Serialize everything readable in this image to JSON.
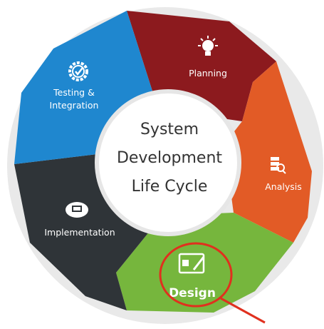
{
  "center": {
    "line1": "System",
    "line2": "Development",
    "line3": "Life Cycle"
  },
  "phases": [
    {
      "label": "Planning",
      "color": "#8c1a1e",
      "icon": "lightbulb-icon"
    },
    {
      "label": "Analysis",
      "color": "#e25b26",
      "icon": "server-search-icon"
    },
    {
      "label": "Design",
      "color": "#76b63d",
      "icon": "paint-brush-icon"
    },
    {
      "label": "Implementation",
      "color": "#2f3438",
      "icon": "cloud-monitor-icon"
    },
    {
      "label": "Testing &",
      "label2": "Integration",
      "color": "#1f87cf",
      "icon": "gear-check-icon"
    }
  ],
  "highlight": {
    "color": "#e0301e",
    "target": "Design"
  }
}
